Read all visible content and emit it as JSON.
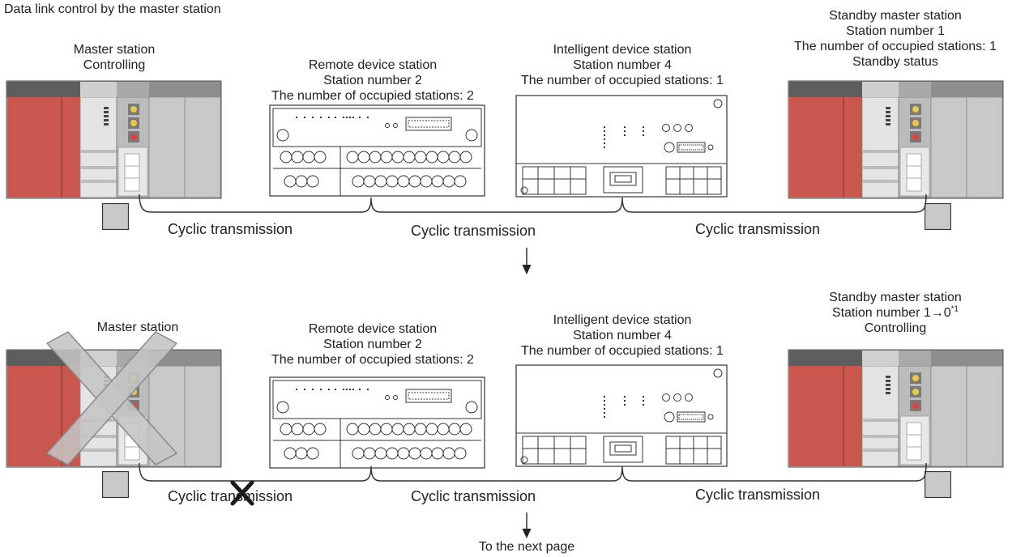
{
  "title": "Data link control by the master station",
  "top": {
    "master": [
      "Master station",
      "Controlling"
    ],
    "remote": [
      "Remote device station",
      "Station number 2",
      "The number of occupied stations: 2"
    ],
    "intelligent": [
      "Intelligent device station",
      "Station number 4",
      "The number of occupied stations: 1"
    ],
    "standby": [
      "Standby master station",
      "Station number 1",
      "The number of occupied stations: 1",
      "Standby status"
    ],
    "cyclic": [
      "Cyclic transmission",
      "Cyclic transmission",
      "Cyclic transmission"
    ]
  },
  "bottom": {
    "master": [
      "Master station"
    ],
    "remote": [
      "Remote device station",
      "Station number 2",
      "The number of occupied stations: 2"
    ],
    "intelligent": [
      "Intelligent device station",
      "Station number 4",
      "The number of occupied stations: 1"
    ],
    "standby": [
      "Standby master station",
      "Station number 1→0",
      "Controlling"
    ],
    "standby_note": "*1",
    "cyclic": [
      "Cyclic transmission",
      "Cyclic transmission",
      "Cyclic transmission"
    ]
  },
  "next_page": "To the next page",
  "colors": {
    "plc_red": "#c9574e",
    "plc_gray": "#c8c8c8",
    "plc_dark": "#6e6e6e",
    "line": "#333333",
    "cross_fill": "#c4c4c4",
    "cross_stroke": "#8a8a8a"
  }
}
